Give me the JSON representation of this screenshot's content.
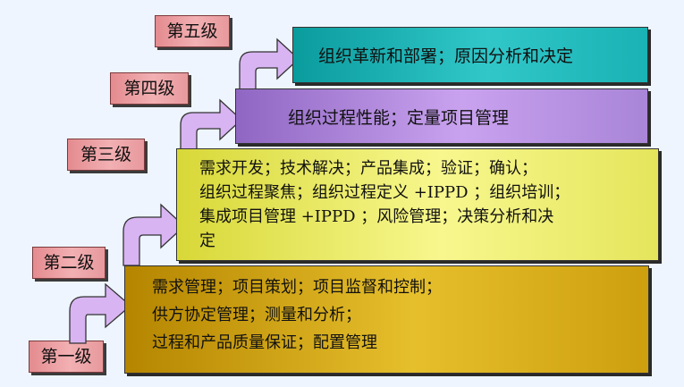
{
  "levels": [
    {
      "label": "第五级"
    },
    {
      "label": "第四级"
    },
    {
      "label": "第三级"
    },
    {
      "label": "第二级"
    },
    {
      "label": "第一级"
    }
  ],
  "boxes": {
    "level5": {
      "lines": [
        "组织革新和部署；原因分析和决定"
      ]
    },
    "level4": {
      "lines": [
        "组织过程性能；定量项目管理"
      ]
    },
    "level3": {
      "lines": [
        "需求开发；技术解决；产品集成；验证；确认；",
        "组织过程聚焦；组织过程定义 +IPPD ；组织培训；",
        "集成项目管理 +IPPD ；风险管理；决策分析和决",
        "定"
      ]
    },
    "level2": {
      "lines": [
        "需求管理；项目策划；项目监督和控制；",
        "供方协定管理；测量和分析；",
        "过程和产品质量保证；配置管理"
      ]
    }
  },
  "colors": {
    "level_label": "#f2b0b3",
    "level5_box": "#31c7c9",
    "level4_box": "#c9a2ef",
    "level3_box": "#f7f78e",
    "level2_box": "#e6bf2c",
    "arrow": "#d8b4f2",
    "background": "#eef5ff"
  }
}
